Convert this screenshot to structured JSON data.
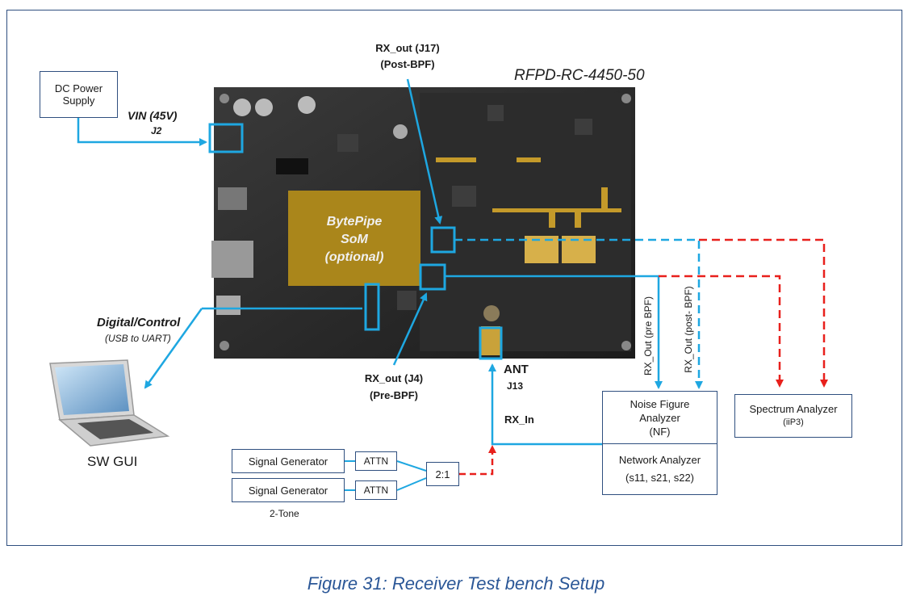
{
  "board": {
    "title": "RFPD-RC-4450-50",
    "som_line1": "BytePipe",
    "som_line2": "SoM",
    "som_line3": "(optional)"
  },
  "labels": {
    "dc_power_line1": "DC Power",
    "dc_power_line2": "Supply",
    "vin": "VIN (45V)",
    "j2": "J2",
    "rx_out_j17_line1": "RX_out (J17)",
    "rx_out_j17_line2": "(Post-BPF)",
    "rx_out_j4_line1": "RX_out (J4)",
    "rx_out_j4_line2": "(Pre-BPF)",
    "ant": "ANT",
    "j13": "J13",
    "rx_in": "RX_In",
    "digital_control": "Digital/Control",
    "usb_uart": "(USB to UART)",
    "sw_gui": "SW GUI",
    "rx_out_pre": "RX_Out (pre BPF)",
    "rx_out_post": "RX_Out (post- BPF)",
    "two_tone": "2-Tone"
  },
  "instruments": {
    "nfa_line1": "Noise Figure",
    "nfa_line2": "Analyzer",
    "nfa_line3": "(NF)",
    "na_line1": "Network Analyzer",
    "na_line2": "(s11, s21, s22)",
    "sa_line1": "Spectrum Analyzer",
    "sa_line2": "(iiP3)",
    "sig_gen_1": "Signal Generator",
    "sig_gen_2": "Signal Generator",
    "attn_1": "ATTN",
    "attn_2": "ATTN",
    "combiner": "2:1"
  },
  "caption": "Figure 31: Receiver Test bench Setup",
  "colors": {
    "blue_line": "#1ea7e1",
    "red_line": "#e8201c",
    "frame": "#2f4f7f",
    "caption": "#2b5797",
    "board": "#2a2a2a",
    "som": "#b8901a"
  }
}
